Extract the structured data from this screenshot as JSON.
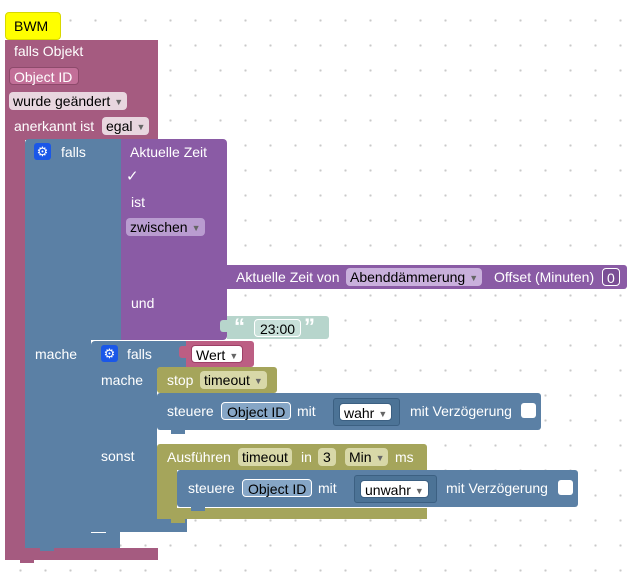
{
  "comment": {
    "text": "BWM"
  },
  "trigger": {
    "label": "falls Objekt",
    "object_id": "Object ID",
    "changed": "wurde geändert",
    "ack_label": "anerkannt ist",
    "ack_value": "egal"
  },
  "if_outer": {
    "if_label": "falls",
    "do_label": "mache"
  },
  "time_compare": {
    "current_time": "Aktuelle Zeit",
    "is_label": "ist",
    "mode": "zwischen",
    "and_label": "und",
    "astro": {
      "label": "Aktuelle Zeit von",
      "event": "Abenddämmerung",
      "offset_label": "Offset (Minuten)",
      "offset_value": "0"
    },
    "end_text": "23:00",
    "quote_open": "“",
    "quote_close": "”"
  },
  "if_inner": {
    "if_label": "falls",
    "condition": "Wert",
    "do_label": "mache",
    "else_label": "sonst"
  },
  "stop_block": {
    "label": "stop",
    "timer": "timeout"
  },
  "control_true": {
    "label": "steuere",
    "object_id": "Object ID",
    "with_label": "mit",
    "value": "wahr",
    "delay_label": "mit Verzögerung"
  },
  "run_after": {
    "label": "Ausführen",
    "timer": "timeout",
    "in_label": "in",
    "amount": "3",
    "unit": "Min",
    "ms_label": "ms"
  },
  "control_false": {
    "label": "steuere",
    "object_id": "Object ID",
    "with_label": "mit",
    "value": "unwahr",
    "delay_label": "mit Verzögerung"
  },
  "colors": {
    "trigger": "#a55b80",
    "logic": "#5b80a5",
    "time": "#8a5ba5",
    "timer": "#a5a55b",
    "text": "#b7d5cc",
    "comment": "#ffff00"
  }
}
